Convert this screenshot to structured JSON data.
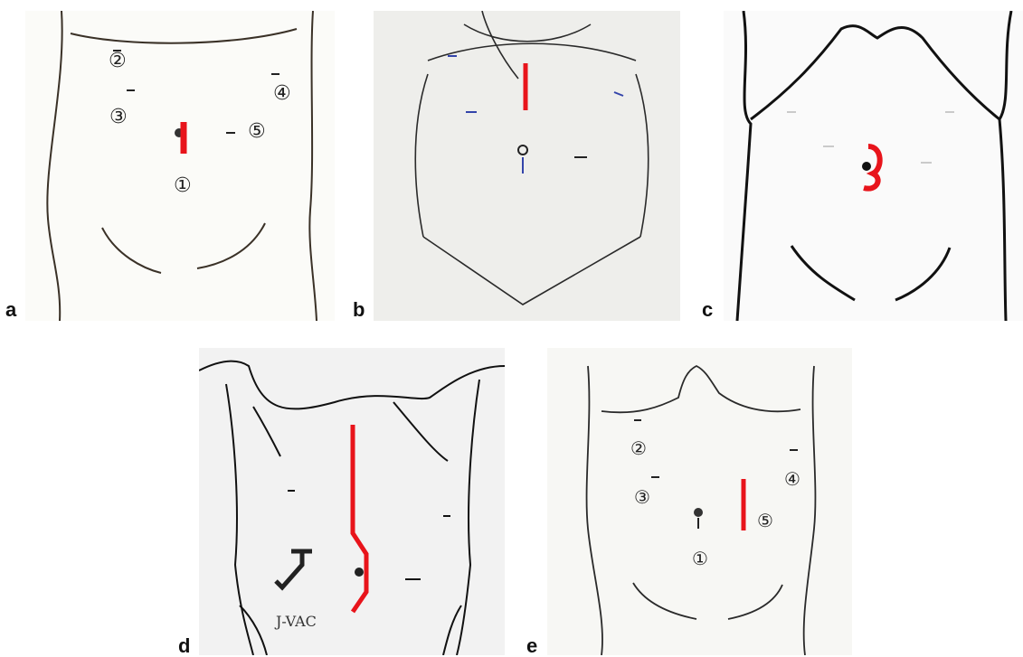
{
  "panels": [
    {
      "id": "a",
      "label": "a",
      "port_numbers": [
        "①",
        "②",
        "③",
        "④",
        "⑤"
      ]
    },
    {
      "id": "b",
      "label": "b"
    },
    {
      "id": "c",
      "label": "c"
    },
    {
      "id": "d",
      "label": "d",
      "drain_label": "J-VAC"
    },
    {
      "id": "e",
      "label": "e",
      "port_numbers": [
        "①",
        "②",
        "③",
        "④",
        "⑤"
      ]
    }
  ],
  "colors": {
    "incision": "#e8141b",
    "line": "#2a2a2a",
    "background_b": "#eeeeeb",
    "background_d": "#f2f2f2"
  }
}
